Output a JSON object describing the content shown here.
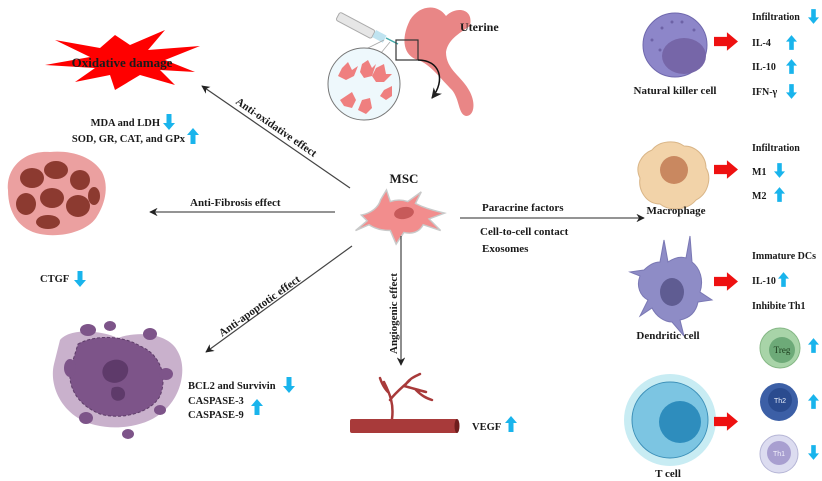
{
  "center": {
    "label": "MSC"
  },
  "uterine": {
    "label": "Uterine"
  },
  "oxidative": {
    "title": "Oxidative damage",
    "pathway": "Anti-oxidative effect",
    "markers": [
      {
        "text": "MDA and LDH",
        "direction": "down"
      },
      {
        "text": "SOD, GR, CAT, and GPx",
        "direction": "up"
      }
    ]
  },
  "fibrosis": {
    "pathway": "Anti-Fibrosis effect",
    "markers": [
      {
        "text": "CTGF",
        "direction": "down"
      }
    ]
  },
  "apoptosis": {
    "pathway": "Anti-apoptotic effect",
    "markers": [
      {
        "text": "BCL2 and Survivin",
        "direction": "down"
      },
      {
        "text": "CASPASE-3",
        "direction": "up"
      },
      {
        "text": "CASPASE-9",
        "direction": "up"
      }
    ]
  },
  "angiogenic": {
    "pathway": "Angiogenic effect",
    "markers": [
      {
        "text": "VEGF",
        "direction": "up"
      }
    ]
  },
  "immune": {
    "mechanisms": [
      "Paracrine factors",
      "Cell-to-cell contact",
      "Exosomes"
    ],
    "nk": {
      "label": "Natural killer cell",
      "effects": [
        {
          "text": "Infiltration",
          "direction": "down"
        },
        {
          "text": "IL-4",
          "direction": "up"
        },
        {
          "text": "IL-10",
          "direction": "up"
        },
        {
          "text": "IFN-γ",
          "direction": "down"
        }
      ]
    },
    "macrophage": {
      "label": "Macrophage",
      "effects": [
        {
          "text": "Infiltration",
          "direction": "none"
        },
        {
          "text": "M1",
          "direction": "down"
        },
        {
          "text": "M2",
          "direction": "up"
        }
      ]
    },
    "dendritic": {
      "label": "Dendritic cell",
      "effects": [
        {
          "text": "Immature DCs",
          "direction": "none"
        },
        {
          "text": "IL-10",
          "direction": "up"
        },
        {
          "text": "Inhibite Th1",
          "direction": "none"
        }
      ]
    },
    "tcell": {
      "label": "T cell",
      "subsets": [
        {
          "text": "Treg",
          "direction": "up"
        },
        {
          "text": "Th2",
          "direction": "up"
        },
        {
          "text": "Th1",
          "direction": "down"
        }
      ]
    }
  },
  "colors": {
    "up_arrow": "#19b4ec",
    "down_arrow": "#19b4ec",
    "red_arrow": "#ee1111",
    "msc": "#f08a8a",
    "burst": "#ff0000"
  }
}
